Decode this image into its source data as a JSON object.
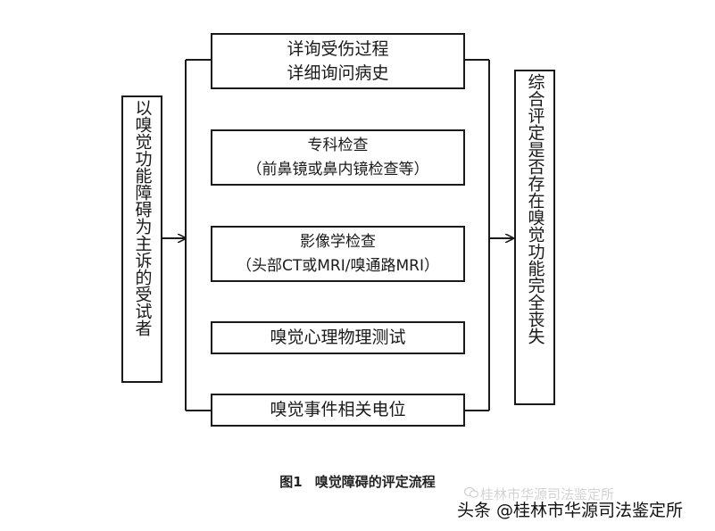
{
  "left_box": {
    "text": "以嗅觉功能障碍为主诉的受试者"
  },
  "right_box": {
    "text": "综合评定是否存在嗅觉功能完全丧失"
  },
  "steps": [
    {
      "line1": "详询受伤过程",
      "line2": "详细询问病史"
    },
    {
      "line1": "专科检查",
      "line2": "（前鼻镜或鼻内镜检查等）"
    },
    {
      "line1": "影像学检查",
      "line2": "（头部CT或MRI/嗅通路MRI）"
    },
    {
      "line1": "嗅觉心理物理测试"
    },
    {
      "line1": "嗅觉事件相关电位"
    }
  ],
  "caption": {
    "label": "图1",
    "title": "嗅觉障碍的评定流程"
  },
  "watermark": {
    "text": "头条 @桂林市华源司法鉴定所",
    "ghost": "桂林市华源司法鉴定所"
  }
}
